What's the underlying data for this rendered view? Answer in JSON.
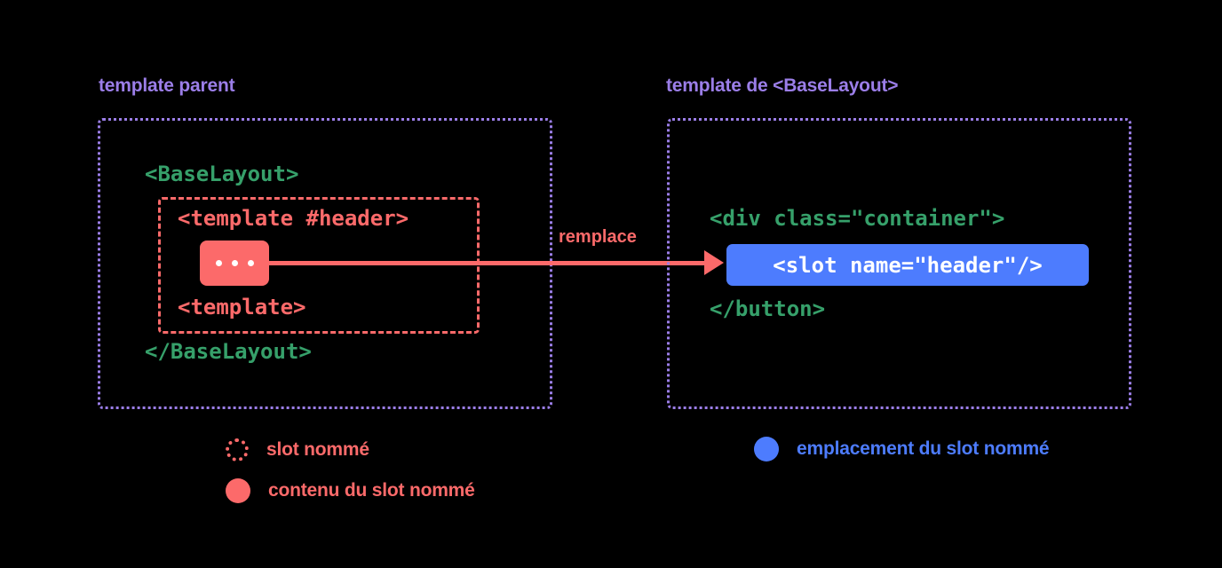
{
  "diagram": {
    "panels": [
      {
        "id": "parent",
        "title": "template parent",
        "code": {
          "component_open": "<BaseLayout>",
          "component_close": "</BaseLayout>",
          "slot_open": "<template #header>",
          "slot_close": "<template>",
          "slot_content": "..."
        }
      },
      {
        "id": "baselayout",
        "title": "template de <BaseLayout>",
        "code": {
          "container_open": "<div class=\"container\">",
          "slot_outlet": "<slot name=\"header\"/>",
          "container_close": "</button>"
        }
      }
    ],
    "arrow": {
      "label": "remplace",
      "icon": "arrow-right-icon"
    },
    "legend": [
      {
        "id": "named-slot",
        "swatch": "dotted-circle-icon",
        "label": "slot nommé",
        "color": "#fc6a6a"
      },
      {
        "id": "named-slot-content",
        "swatch": "filled-circle-icon",
        "label": "contenu du slot nommé",
        "color": "#fc6a6a"
      },
      {
        "id": "named-slot-outlet",
        "swatch": "filled-circle-icon",
        "label": "emplacement du slot nommé",
        "color": "#4d7cfe"
      }
    ],
    "colors": {
      "background": "#000000",
      "panel_border": "#9b7ee8",
      "heading": "#9b7ee8",
      "tag_green": "#36a06a",
      "accent_red": "#fc6a6a",
      "accent_blue": "#4d7cfe",
      "chip_text": "#ffffff"
    }
  }
}
